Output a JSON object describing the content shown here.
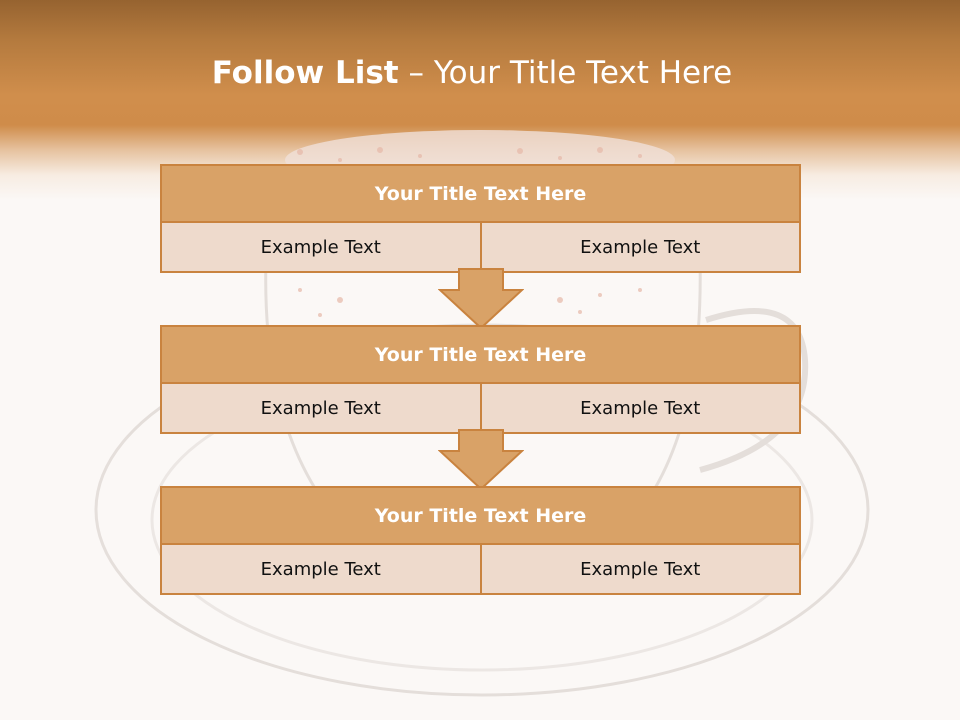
{
  "slide": {
    "title_bold": "Follow List",
    "title_rest": "– Your Title Text Here"
  },
  "blocks": [
    {
      "title": "Your Title Text Here",
      "left": "Example Text",
      "right": "Example Text"
    },
    {
      "title": "Your Title Text Here",
      "left": "Example Text",
      "right": "Example Text"
    },
    {
      "title": "Your Title Text Here",
      "left": "Example Text",
      "right": "Example Text"
    }
  ],
  "colors": {
    "header_top": "#966330",
    "header_band": "#d08e4c",
    "block_title_fill": "#d9a267",
    "block_row_fill": "#eedacc",
    "border": "#c9833f"
  },
  "icons": [
    "down-arrow-icon",
    "down-arrow-icon"
  ]
}
